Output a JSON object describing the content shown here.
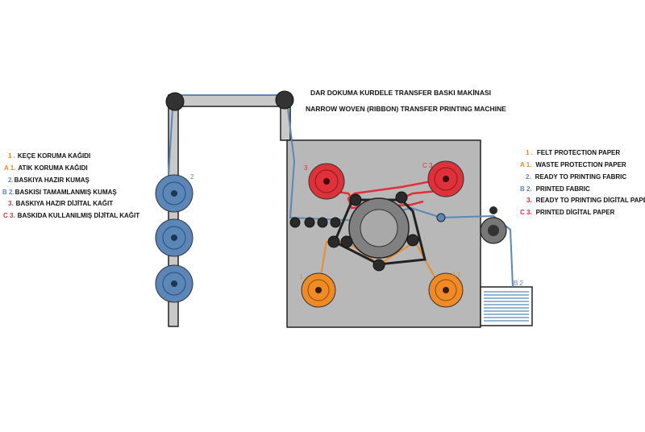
{
  "title": {
    "tr": "DAR DOKUMA KURDELE TRANSFER BASKI MAKİNASI",
    "en": "NARROW WOVEN (RIBBON) TRANSFER PRINTING MACHINE"
  },
  "legend_tr": [
    {
      "code": "1 .",
      "text": "KEÇE KORUMA KAĞIDI",
      "color": "#f08a24"
    },
    {
      "code": "A 1.",
      "text": "ATIK KORUMA KAĞIDI",
      "color": "#f08a24"
    },
    {
      "code": "2.",
      "text": "BASKIYA HAZIR KUMAŞ",
      "color": "#5b86b8"
    },
    {
      "code": "B 2.",
      "text": "BASKISI TAMAMLANMIŞ KUMAŞ",
      "color": "#5b86b8"
    },
    {
      "code": "3.",
      "text": "BASKIYA HAZIR DİJİTAL KAĞIT",
      "color": "#e0303a"
    },
    {
      "code": "C 3.",
      "text": "BASKIDA KULLANILMIŞ DİJİTAL KAĞIT",
      "color": "#e0303a"
    }
  ],
  "legend_en": [
    {
      "code": "1 .",
      "text": "FELT PROTECTION PAPER",
      "color": "#f08a24"
    },
    {
      "code": "A 1.",
      "text": "WASTE PROTECTION PAPER",
      "color": "#f08a24"
    },
    {
      "code": "2.",
      "text": "READY TO PRINTING FABRIC",
      "color": "#5b86b8"
    },
    {
      "code": "B 2.",
      "text": "PRINTED FABRIC",
      "color": "#5b86b8"
    },
    {
      "code": "3.",
      "text": "READY TO PRINTING DİGİTAL PAPER",
      "color": "#e0303a"
    },
    {
      "code": "C 3.",
      "text": "PRINTED DİGİTAL PAPER",
      "color": "#e0303a"
    }
  ],
  "tags": {
    "fabric_roll": "2",
    "digital_paper_in": "3",
    "digital_paper_out": "C 3",
    "felt_paper_in": "1",
    "felt_paper_out": "A 1",
    "printed_fabric_box": "B 2"
  },
  "colors": {
    "orange": "#f08a24",
    "blue": "#5b86b8",
    "red": "#e0303a",
    "frame_gray": "#c9c9c9",
    "machine_gray": "#b8b8b8",
    "roller": "#222222"
  }
}
